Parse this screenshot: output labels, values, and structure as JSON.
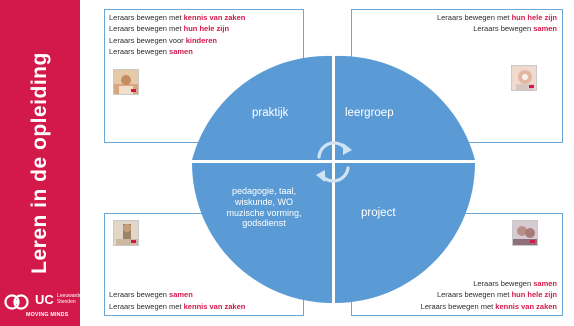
{
  "slide": {
    "side_title": "Leren in de opleiding",
    "logo": {
      "initials": "UC",
      "cities": [
        "Leeuwarden",
        "Stenden"
      ],
      "tagline": "MOVING MINDS"
    }
  },
  "colors": {
    "accent": "#d3184a",
    "circle_fill": "#5b9bd5",
    "box_border": "#6ca7d6",
    "text": "#2c2c2c"
  },
  "quadrants": {
    "top_left": {
      "lines": [
        {
          "prefix": "Leraars bewegen met ",
          "highlight": "kennis van zaken"
        },
        {
          "prefix": "Leraars bewegen met ",
          "highlight": "hun hele zijn"
        },
        {
          "prefix": "Leraars bewegen voor ",
          "highlight": "kinderen"
        },
        {
          "prefix": "Leraars bewegen ",
          "highlight": "samen"
        }
      ]
    },
    "top_right": {
      "lines": [
        {
          "prefix": "Leraars bewegen met ",
          "highlight": "hun hele zijn"
        },
        {
          "prefix": "Leraars bewegen ",
          "highlight": "samen"
        }
      ]
    },
    "bottom_left": {
      "lines": [
        {
          "prefix": "Leraars bewegen ",
          "highlight": "samen"
        },
        {
          "prefix": "Leraars bewegen met ",
          "highlight": "kennis van zaken"
        }
      ]
    },
    "bottom_right": {
      "lines": [
        {
          "prefix": "Leraars bewegen ",
          "highlight": "samen"
        },
        {
          "prefix": "Leraars bewegen met ",
          "highlight": "hun hele zijn"
        },
        {
          "prefix": "Leraars bewegen met ",
          "highlight": "kennis van zaken"
        }
      ]
    }
  },
  "circle": {
    "segments": {
      "top_left": "praktijk",
      "top_right": "leergroep",
      "bottom_right": "project",
      "bottom_left": "pedagogie, taal, wiskunde, WO muzische vorming, godsdienst"
    }
  }
}
